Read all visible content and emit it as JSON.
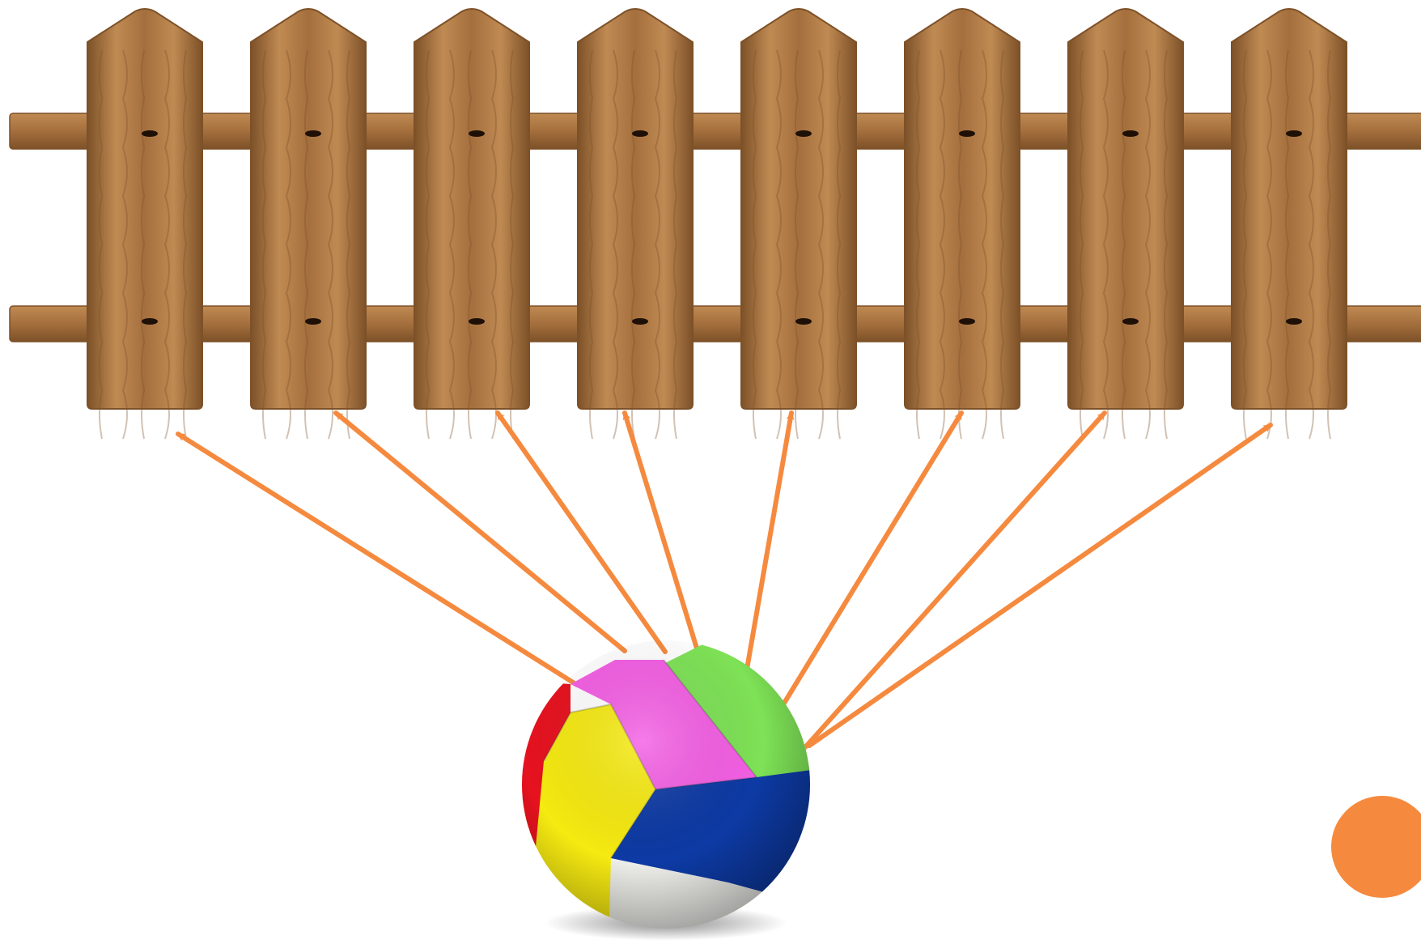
{
  "slide": {
    "background": "#ffffff"
  },
  "fence": {
    "picket_count": 8,
    "rail_count": 2,
    "wood_base": "#a46f3d",
    "wood_light": "#c08a53",
    "wood_dark": "#7d5128",
    "hole_color": "#1e1007"
  },
  "arrows": {
    "count": 8,
    "color": "#f58a3f"
  },
  "ball": {
    "panels": [
      {
        "name": "red",
        "color": "#e6121f"
      },
      {
        "name": "yellow",
        "color": "#f6ea11"
      },
      {
        "name": "pink",
        "color": "#f45fe4"
      },
      {
        "name": "green",
        "color": "#7ee256"
      },
      {
        "name": "blue",
        "color": "#0d3aa4"
      },
      {
        "name": "white",
        "color": "#eeeeea"
      }
    ]
  },
  "decoration": {
    "corner_dot_color": "#f58a3f",
    "corner_dot_icon": "filled-circle"
  }
}
